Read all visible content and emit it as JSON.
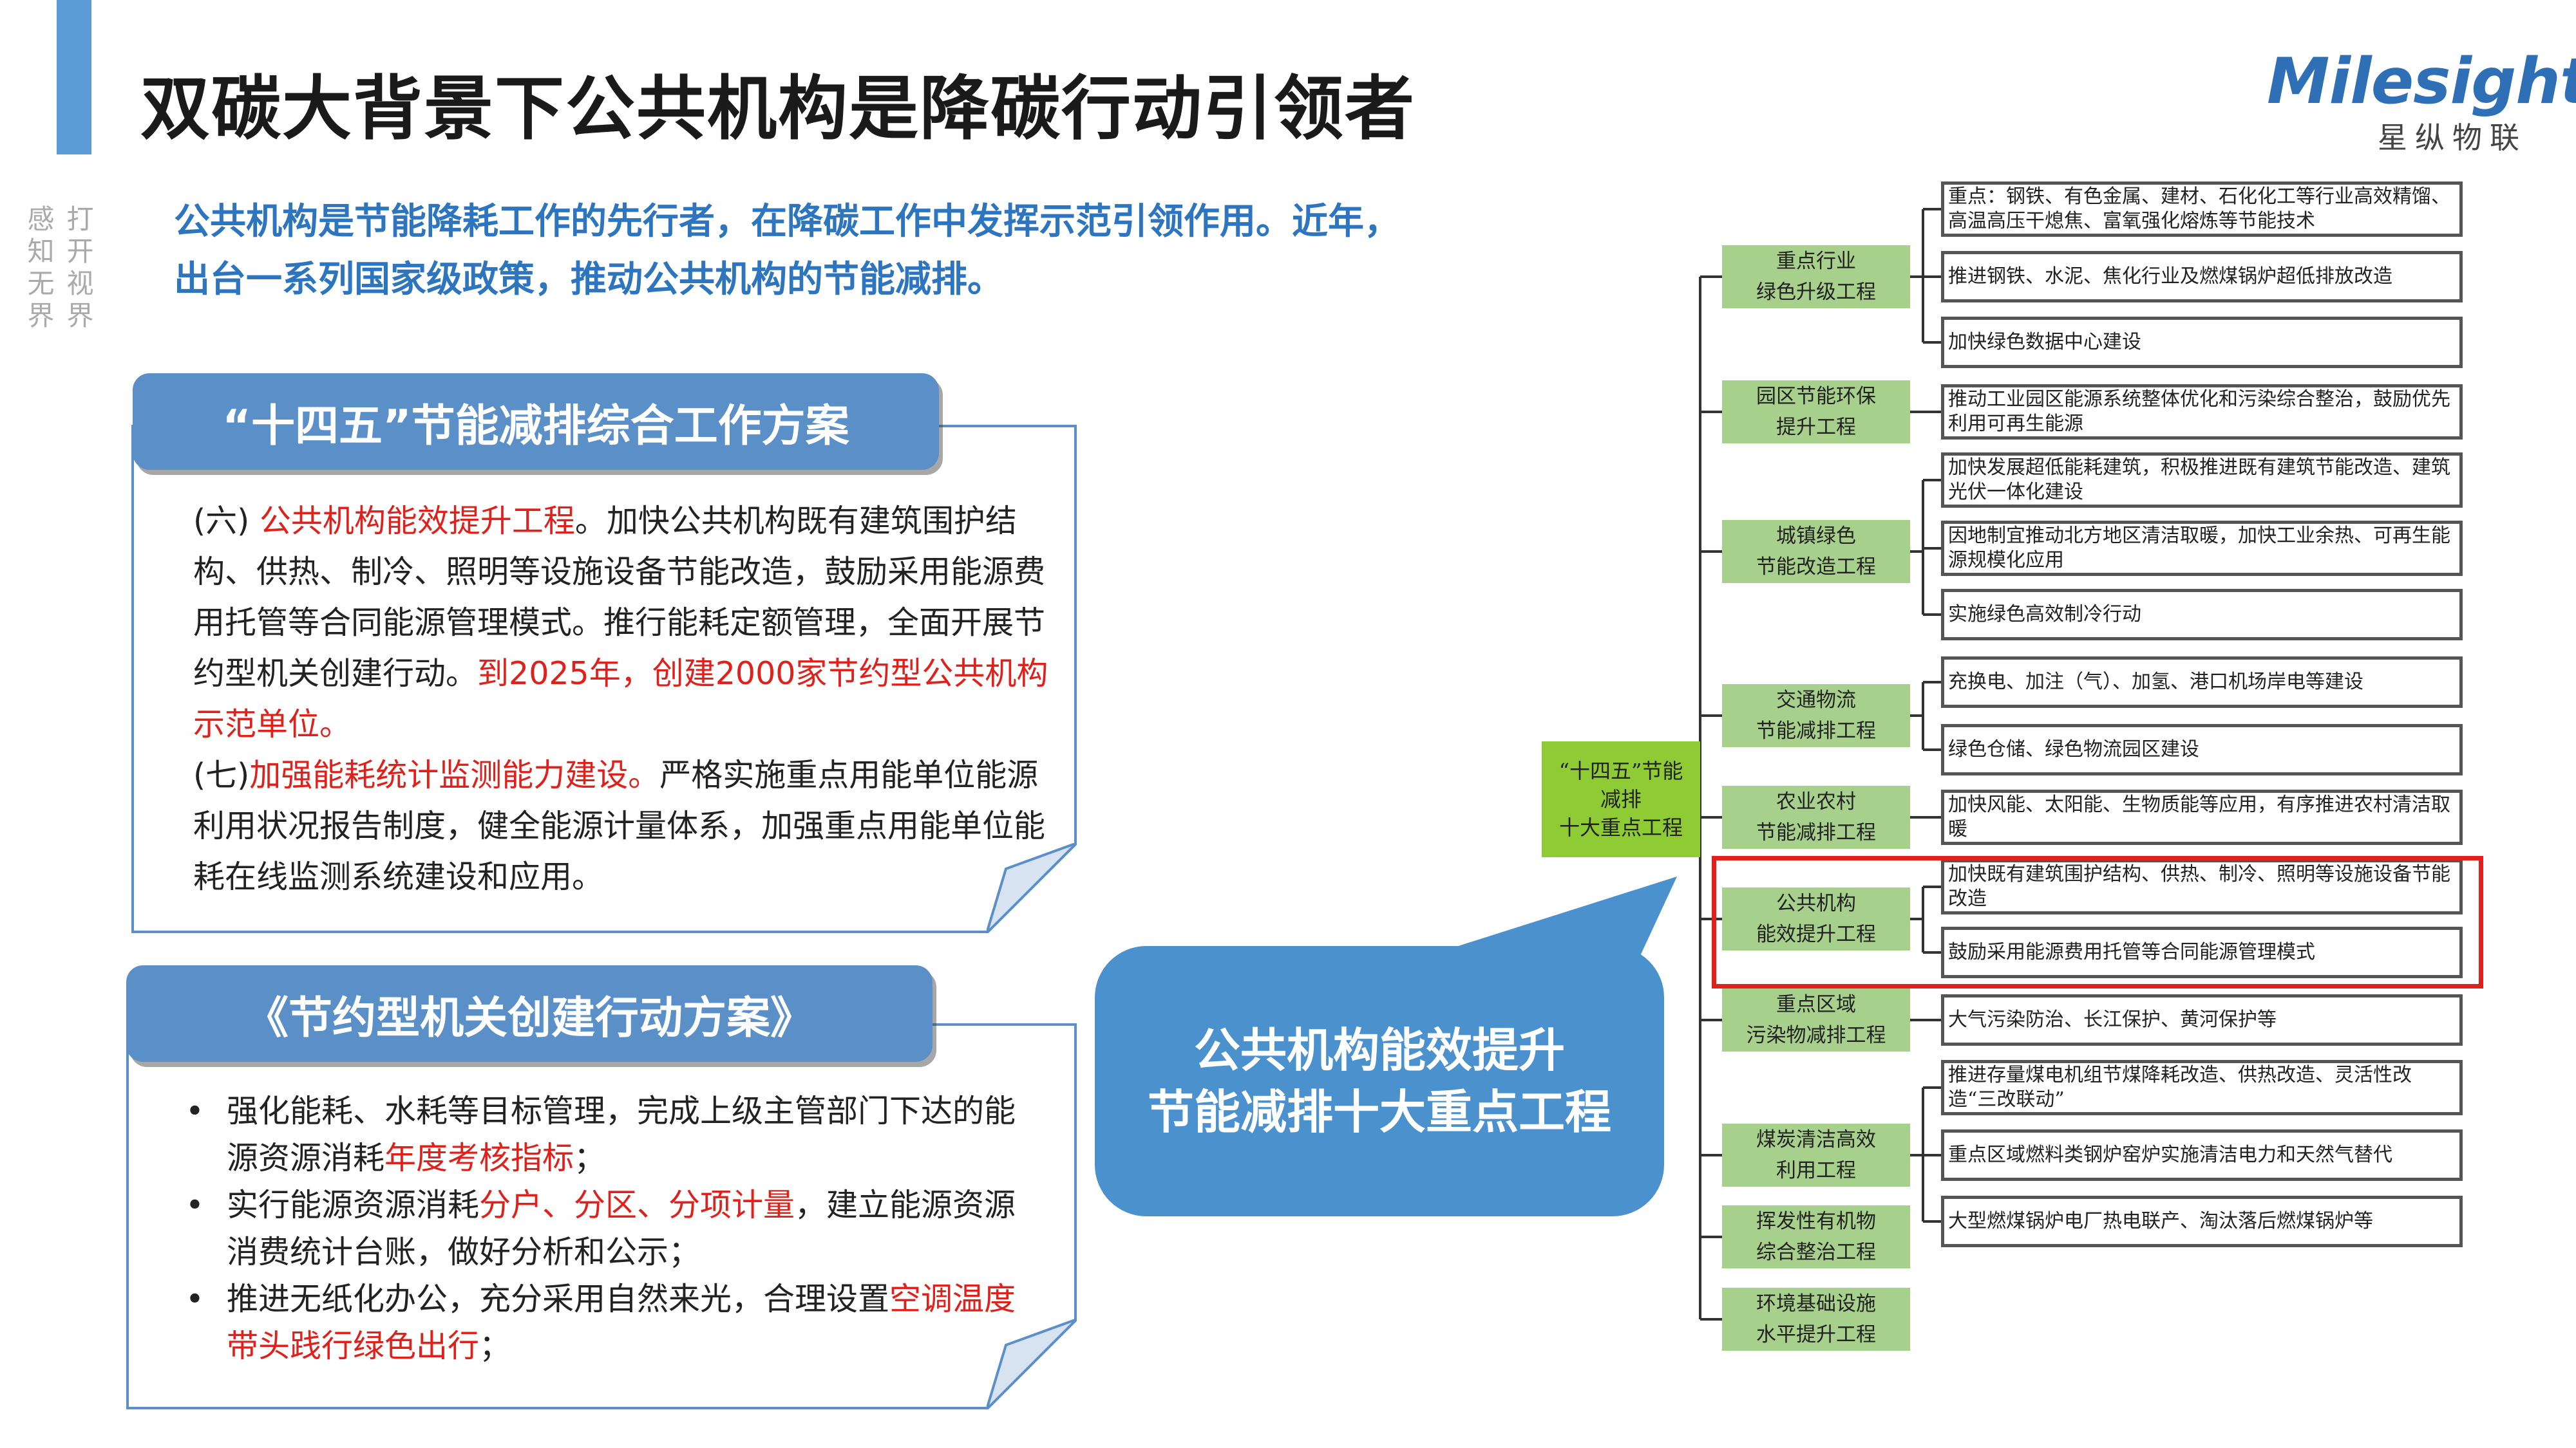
{
  "header": {
    "title": "双碳大背景下公共机构是降碳行动引领者"
  },
  "logo": {
    "word": "Milesight",
    "sub": "星纵物联"
  },
  "side_slogan": [
    "打开视界",
    "感知无界"
  ],
  "intro": {
    "line1": "公共机构是节能降耗工作的先行者，在降碳工作中发挥示范引领作用。近年，",
    "line2": "出台一系列国家级政策，推动公共机构的节能减排。"
  },
  "box1": {
    "label": "“十四五”节能减排综合工作方案",
    "p1_prefix": "(六) ",
    "p1_red": "公共机构能效提升工程",
    "p1_body": "。加快公共机构既有建筑围护结构、供热、制冷、照明等设施设备节能改造，鼓励采用能源费用托管等合同能源管理模式。推行能耗定额管理，全面开展节约型机关创建行动。",
    "p1_red2": "到2025年，创建2000家节约型公共机构示范单位。",
    "p2_prefix": "(七)",
    "p2_red": "加强能耗统计监测能力建设。",
    "p2_body": "严格实施重点用能单位能源利用状况报告制度，健全能源计量体系，加强重点用能单位能耗在线监测系统建设和应用。"
  },
  "box2": {
    "label": "《节约型机关创建行动方案》",
    "bullet": "•",
    "items": [
      {
        "a": "强化能耗、水耗等目标管理，完成上级主管部门下达的能源资源消耗",
        "red": "年度考核指标",
        "b": "；"
      },
      {
        "a": "实行能源资源消耗",
        "red": "分户、分区、分项计量",
        "b": "，建立能源资源消费统计台账，做好分析和公示；"
      },
      {
        "a": "推进无纸化办公，充分采用自然来光，合理设置",
        "red": "空调温度带头践行绿色出行",
        "b": "；"
      }
    ]
  },
  "bubble": {
    "line1": "公共机构能效提升",
    "line2": "节能减排十大重点工程"
  },
  "tree": {
    "root": [
      "“十四五”节能",
      "减排",
      "十大重点工程"
    ],
    "categories": [
      {
        "l1": "重点行业",
        "l2": "绿色升级工程"
      },
      {
        "l1": "园区节能环保",
        "l2": "提升工程"
      },
      {
        "l1": "城镇绿色",
        "l2": "节能改造工程"
      },
      {
        "l1": "交通物流",
        "l2": "节能减排工程"
      },
      {
        "l1": "农业农村",
        "l2": "节能减排工程"
      },
      {
        "l1": "公共机构",
        "l2": "能效提升工程"
      },
      {
        "l1": "重点区域",
        "l2": "污染物减排工程"
      },
      {
        "l1": "煤炭清洁高效",
        "l2": "利用工程"
      },
      {
        "l1": "挥发性有机物",
        "l2": "综合整治工程"
      },
      {
        "l1": "环境基础设施",
        "l2": "水平提升工程"
      }
    ],
    "leaves": [
      "重点：钢铁、有色金属、建材、石化化工等行业高效精馏、高温高压干熄焦、富氧强化熔炼等节能技术",
      "推进钢铁、水泥、焦化行业及燃煤锅炉超低排放改造",
      "加快绿色数据中心建设",
      "推动工业园区能源系统整体优化和污染综合整治，鼓励优先利用可再生能源",
      "加快发展超低能耗建筑，积极推进既有建筑节能改造、建筑光伏一体化建设",
      "因地制宜推动北方地区清洁取暖，加快工业余热、可再生能源规模化应用",
      "实施绿色高效制冷行动",
      "充换电、加注（气）、加氢、港口机场岸电等建设",
      "绿色仓储、绿色物流园区建设",
      "加快风能、太阳能、生物质能等应用，有序推进农村清洁取暖",
      "加快既有建筑围护结构、供热、制冷、照明等设施设备节能改造",
      "鼓励采用能源费用托管等合同能源管理模式",
      "大气污染防治、长江保护、黄河保护等",
      "推进存量煤电机组节煤降耗改造、供热改造、灵活性改造“三改联动”",
      "重点区域燃料类钢炉窑炉实施清洁电力和天然气替代",
      "大型燃煤锅炉电厂热电联产、淘汰落后燃煤锅炉等"
    ]
  },
  "colors": {
    "accent": "#5b9bd5",
    "box_blue": "#5b8fc8",
    "bubble": "#4b91cd",
    "red": "#e0201b",
    "root_green": "#8fcb34",
    "cat_green": "#a8d08d"
  }
}
